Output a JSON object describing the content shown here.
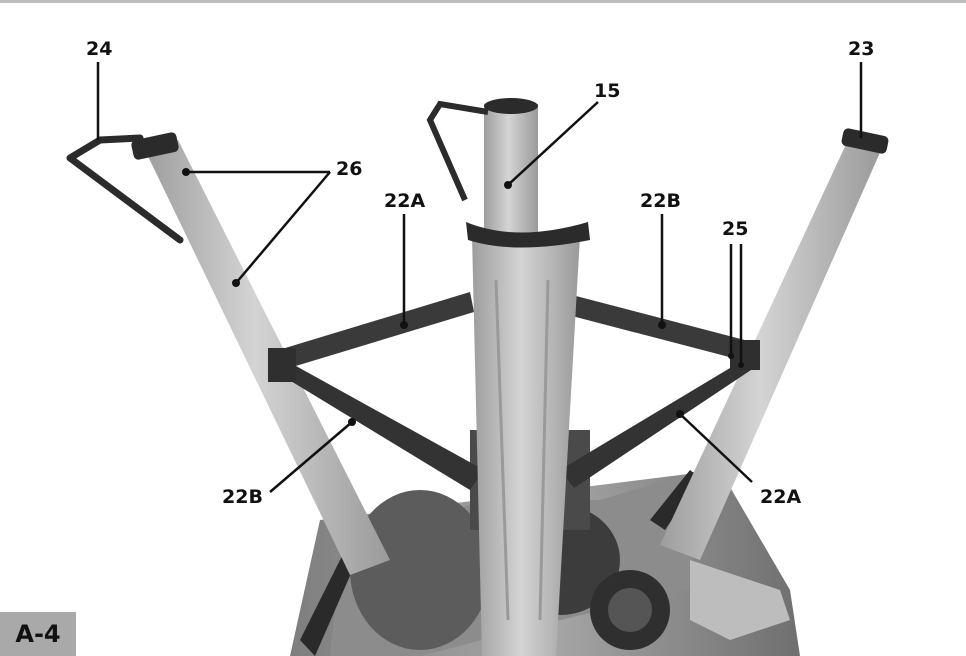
{
  "figure": {
    "id": "A-4",
    "callouts": {
      "c24": "24",
      "c23": "23",
      "c15": "15",
      "c26": "26",
      "c22a_left": "22A",
      "c22b_right": "22B",
      "c25": "25",
      "c22b_left": "22B",
      "c22a_right": "22A"
    }
  },
  "colors": {
    "tube": "#b9b9b9",
    "tube_dark": "#8f8f8f",
    "bracket": "#3a3a3a",
    "grip": "#2b2b2b",
    "tag_bg": "#a9a9a9"
  }
}
